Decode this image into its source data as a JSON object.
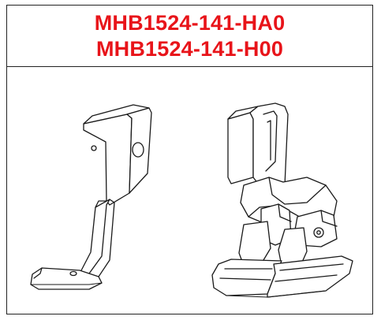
{
  "header": {
    "part_number_1": "MHB1524-141-HA0",
    "part_number_2": "MHB1524-141-H00",
    "text_color": "#e8141a"
  },
  "drawing": {
    "left_item": "presser-foot-side-view",
    "right_item": "presser-foot-assembly-view"
  }
}
